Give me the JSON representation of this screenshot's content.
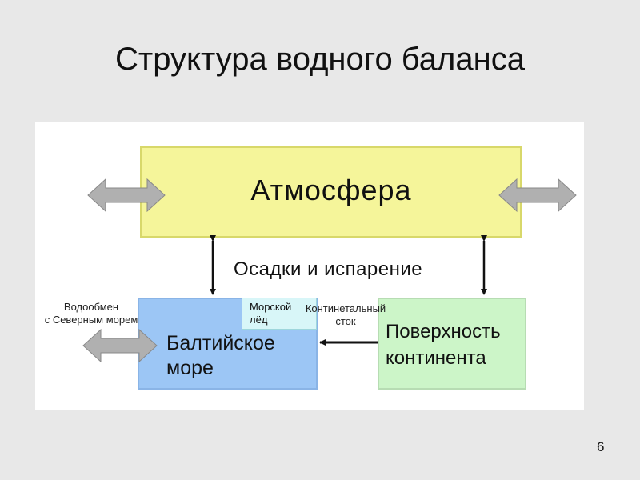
{
  "slide": {
    "title": "Структура водного баланса",
    "page_number": "6"
  },
  "diagram": {
    "atmosphere": "Атмосфера",
    "precipitation_evaporation": "Осадки и испарение",
    "baltic_sea": "Балтийское\nморе",
    "sea_ice": "Морской\nлёд",
    "continent_surface": "Поверхность\nконтинента",
    "north_sea_exchange": "Водообмен\nс Северным морем",
    "continental_runoff": "Континетальный\nсток"
  },
  "colors": {
    "atmosphere_fill": "#f5f59a",
    "baltic_fill": "#9cc6f5",
    "ice_fill": "#d8f6f8",
    "continent_fill": "#ccf5c8",
    "exchange_arrow": "#b0b0b0"
  }
}
